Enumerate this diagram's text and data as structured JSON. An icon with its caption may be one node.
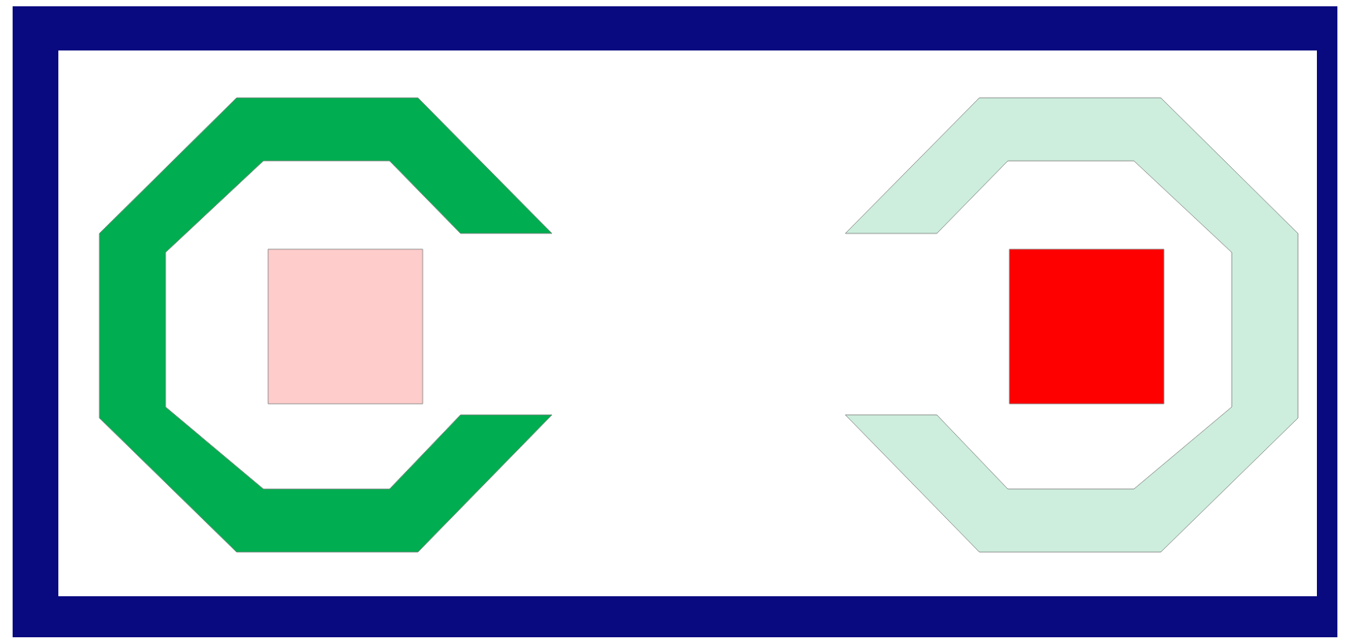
{
  "diagram": {
    "nodes": [
      {
        "text": [],
        "shape": "octagon"
      },
      {
        "text": [],
        "shape": "box"
      },
      {
        "text": [],
        "shape": "box"
      },
      {
        "text": [],
        "shape": "octagon"
      }
    ]
  }
}
